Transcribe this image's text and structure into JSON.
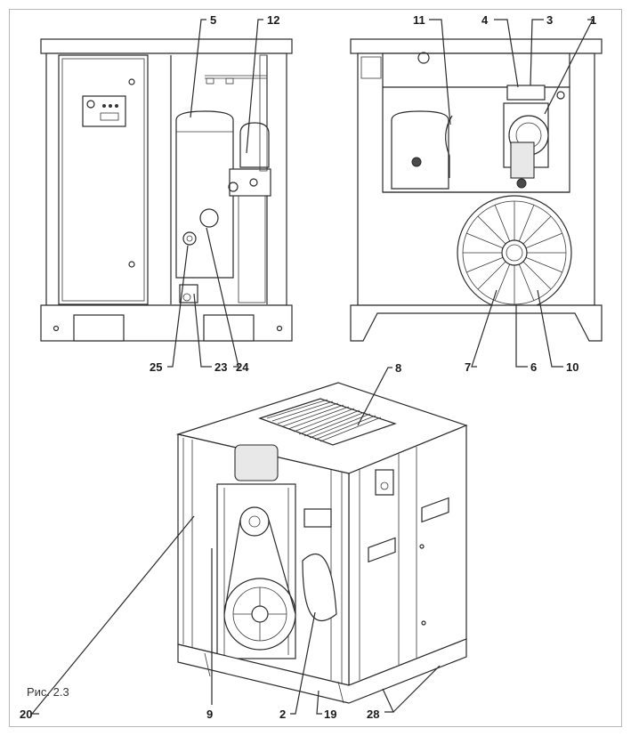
{
  "figure": {
    "caption": "Рис. 2.3",
    "callouts": {
      "c1": "1",
      "c2": "2",
      "c3": "3",
      "c4": "4",
      "c5": "5",
      "c6": "6",
      "c7": "7",
      "c8": "8",
      "c9": "9",
      "c10": "10",
      "c11": "11",
      "c12": "12",
      "c19": "19",
      "c20": "20",
      "c23": "23",
      "c24": "24",
      "c25": "25",
      "c28": "28"
    }
  }
}
